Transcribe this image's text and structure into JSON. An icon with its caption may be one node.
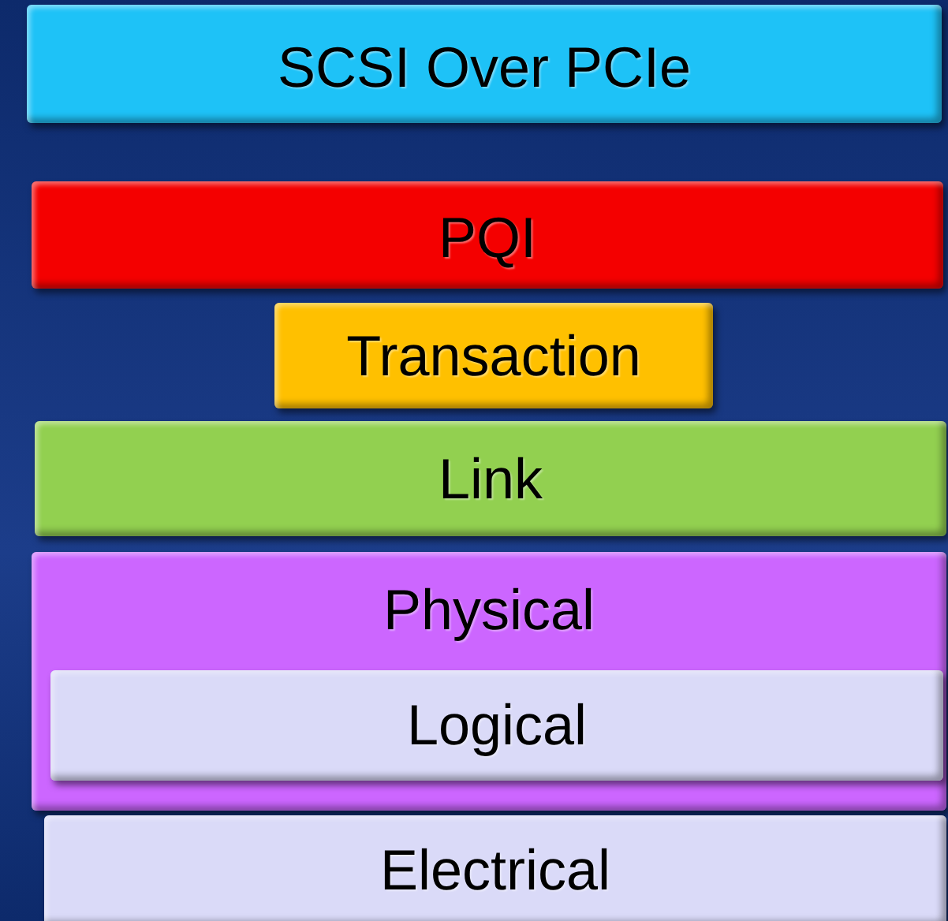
{
  "diagram": {
    "nodes": [
      {
        "text": [
          "SCSI Over PCIe"
        ]
      },
      {
        "text": [
          "PQI"
        ]
      },
      {
        "text": [
          "Transaction"
        ]
      },
      {
        "text": [
          "Link"
        ]
      },
      {
        "text": [
          "Physical"
        ]
      },
      {
        "text": [
          "Logical"
        ],
        "in": 4
      },
      {
        "text": [
          "Electrical"
        ]
      }
    ]
  }
}
